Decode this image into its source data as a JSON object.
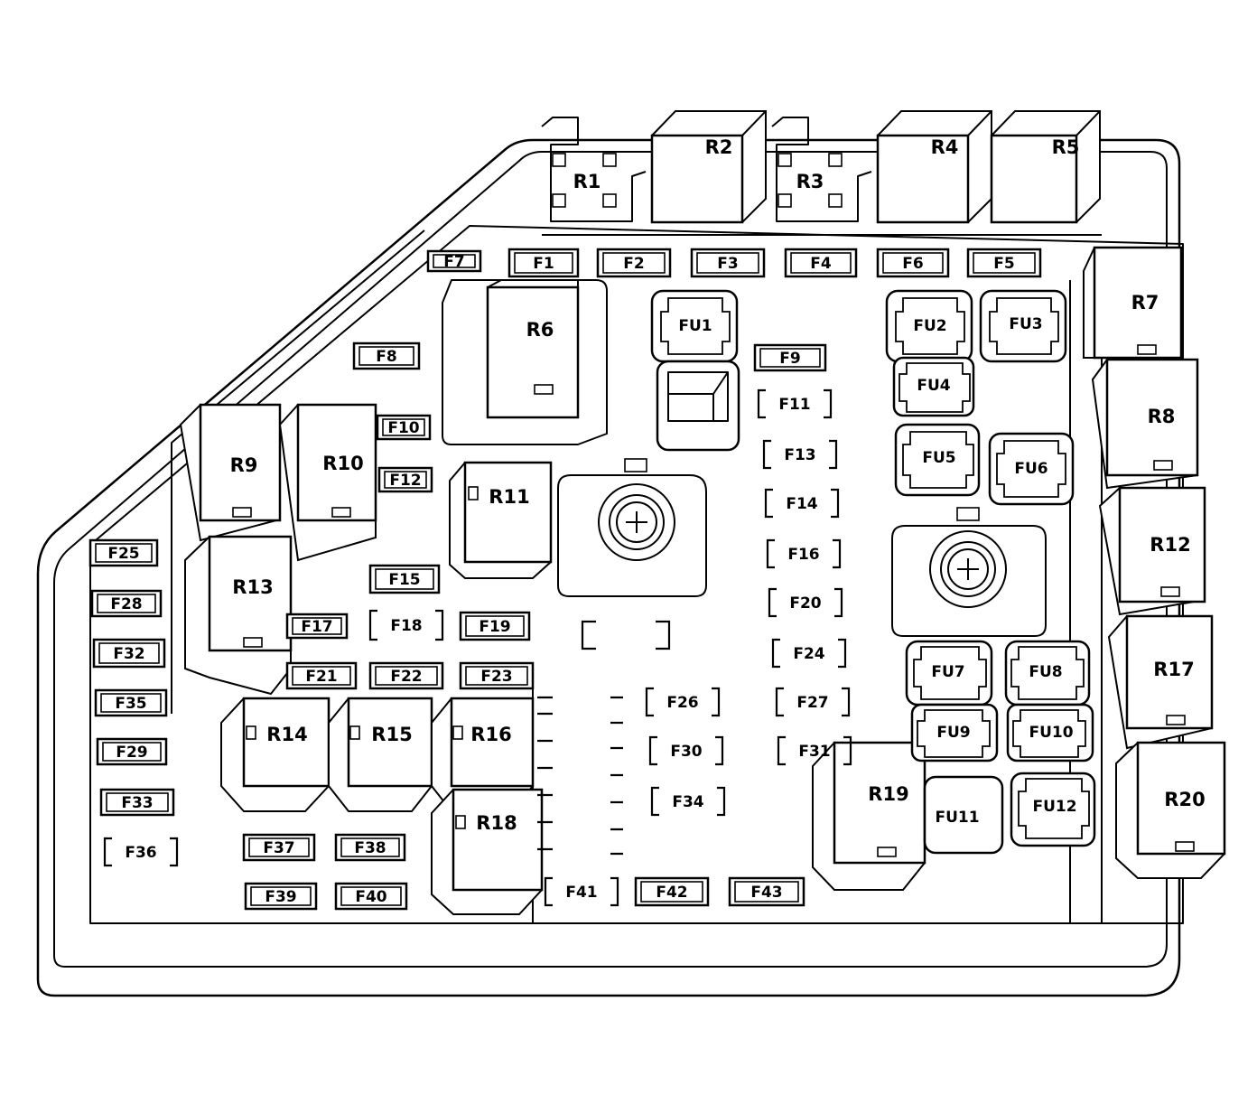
{
  "diagram": {
    "relays": [
      {
        "id": "r1",
        "label": "R1"
      },
      {
        "id": "r2",
        "label": "R2"
      },
      {
        "id": "r3",
        "label": "R3"
      },
      {
        "id": "r4",
        "label": "R4"
      },
      {
        "id": "r5",
        "label": "R5"
      },
      {
        "id": "r6",
        "label": "R6"
      },
      {
        "id": "r7",
        "label": "R7"
      },
      {
        "id": "r8",
        "label": "R8"
      },
      {
        "id": "r9",
        "label": "R9"
      },
      {
        "id": "r10",
        "label": "R10"
      },
      {
        "id": "r11",
        "label": "R11"
      },
      {
        "id": "r12",
        "label": "R12"
      },
      {
        "id": "r13",
        "label": "R13"
      },
      {
        "id": "r14",
        "label": "R14"
      },
      {
        "id": "r15",
        "label": "R15"
      },
      {
        "id": "r16",
        "label": "R16"
      },
      {
        "id": "r17",
        "label": "R17"
      },
      {
        "id": "r18",
        "label": "R18"
      },
      {
        "id": "r19",
        "label": "R19"
      },
      {
        "id": "r20",
        "label": "R20"
      }
    ],
    "fuses": [
      {
        "id": "f1",
        "label": "F1",
        "installed": true
      },
      {
        "id": "f2",
        "label": "F2",
        "installed": true
      },
      {
        "id": "f3",
        "label": "F3",
        "installed": true
      },
      {
        "id": "f4",
        "label": "F4",
        "installed": true
      },
      {
        "id": "f5",
        "label": "F5",
        "installed": true
      },
      {
        "id": "f6",
        "label": "F6",
        "installed": true
      },
      {
        "id": "f7",
        "label": "F7",
        "installed": true
      },
      {
        "id": "f8",
        "label": "F8",
        "installed": true
      },
      {
        "id": "f9",
        "label": "F9",
        "installed": true
      },
      {
        "id": "f10",
        "label": "F10",
        "installed": true
      },
      {
        "id": "f11",
        "label": "F11",
        "installed": false
      },
      {
        "id": "f12",
        "label": "F12",
        "installed": true
      },
      {
        "id": "f13",
        "label": "F13",
        "installed": false
      },
      {
        "id": "f14",
        "label": "F14",
        "installed": false
      },
      {
        "id": "f15",
        "label": "F15",
        "installed": true
      },
      {
        "id": "f16",
        "label": "F16",
        "installed": false
      },
      {
        "id": "f17",
        "label": "F17",
        "installed": true
      },
      {
        "id": "f18",
        "label": "F18",
        "installed": false
      },
      {
        "id": "f19",
        "label": "F19",
        "installed": true
      },
      {
        "id": "f20",
        "label": "F20",
        "installed": false
      },
      {
        "id": "f21",
        "label": "F21",
        "installed": true
      },
      {
        "id": "f22",
        "label": "F22",
        "installed": true
      },
      {
        "id": "f23",
        "label": "F23",
        "installed": true
      },
      {
        "id": "f24",
        "label": "F24",
        "installed": false
      },
      {
        "id": "f25",
        "label": "F25",
        "installed": true
      },
      {
        "id": "f26",
        "label": "F26",
        "installed": false
      },
      {
        "id": "f27",
        "label": "F27",
        "installed": false
      },
      {
        "id": "f28",
        "label": "F28",
        "installed": true
      },
      {
        "id": "f29",
        "label": "F29",
        "installed": true
      },
      {
        "id": "f30",
        "label": "F30",
        "installed": false
      },
      {
        "id": "f31",
        "label": "F31",
        "installed": false
      },
      {
        "id": "f32",
        "label": "F32",
        "installed": true
      },
      {
        "id": "f33",
        "label": "F33",
        "installed": true
      },
      {
        "id": "f34",
        "label": "F34",
        "installed": false
      },
      {
        "id": "f35",
        "label": "F35",
        "installed": true
      },
      {
        "id": "f36",
        "label": "F36",
        "installed": false
      },
      {
        "id": "f37",
        "label": "F37",
        "installed": true
      },
      {
        "id": "f38",
        "label": "F38",
        "installed": true
      },
      {
        "id": "f39",
        "label": "F39",
        "installed": true
      },
      {
        "id": "f40",
        "label": "F40",
        "installed": true
      },
      {
        "id": "f41",
        "label": "F41",
        "installed": false
      },
      {
        "id": "f42",
        "label": "F42",
        "installed": true
      },
      {
        "id": "f43",
        "label": "F43",
        "installed": true
      }
    ],
    "fusible_links": [
      {
        "id": "fu1",
        "label": "FU1"
      },
      {
        "id": "fu2",
        "label": "FU2"
      },
      {
        "id": "fu3",
        "label": "FU3"
      },
      {
        "id": "fu4",
        "label": "FU4"
      },
      {
        "id": "fu5",
        "label": "FU5"
      },
      {
        "id": "fu6",
        "label": "FU6"
      },
      {
        "id": "fu7",
        "label": "FU7"
      },
      {
        "id": "fu8",
        "label": "FU8"
      },
      {
        "id": "fu9",
        "label": "FU9"
      },
      {
        "id": "fu10",
        "label": "FU10"
      },
      {
        "id": "fu11",
        "label": "FU11"
      },
      {
        "id": "fu12",
        "label": "FU12"
      }
    ]
  }
}
